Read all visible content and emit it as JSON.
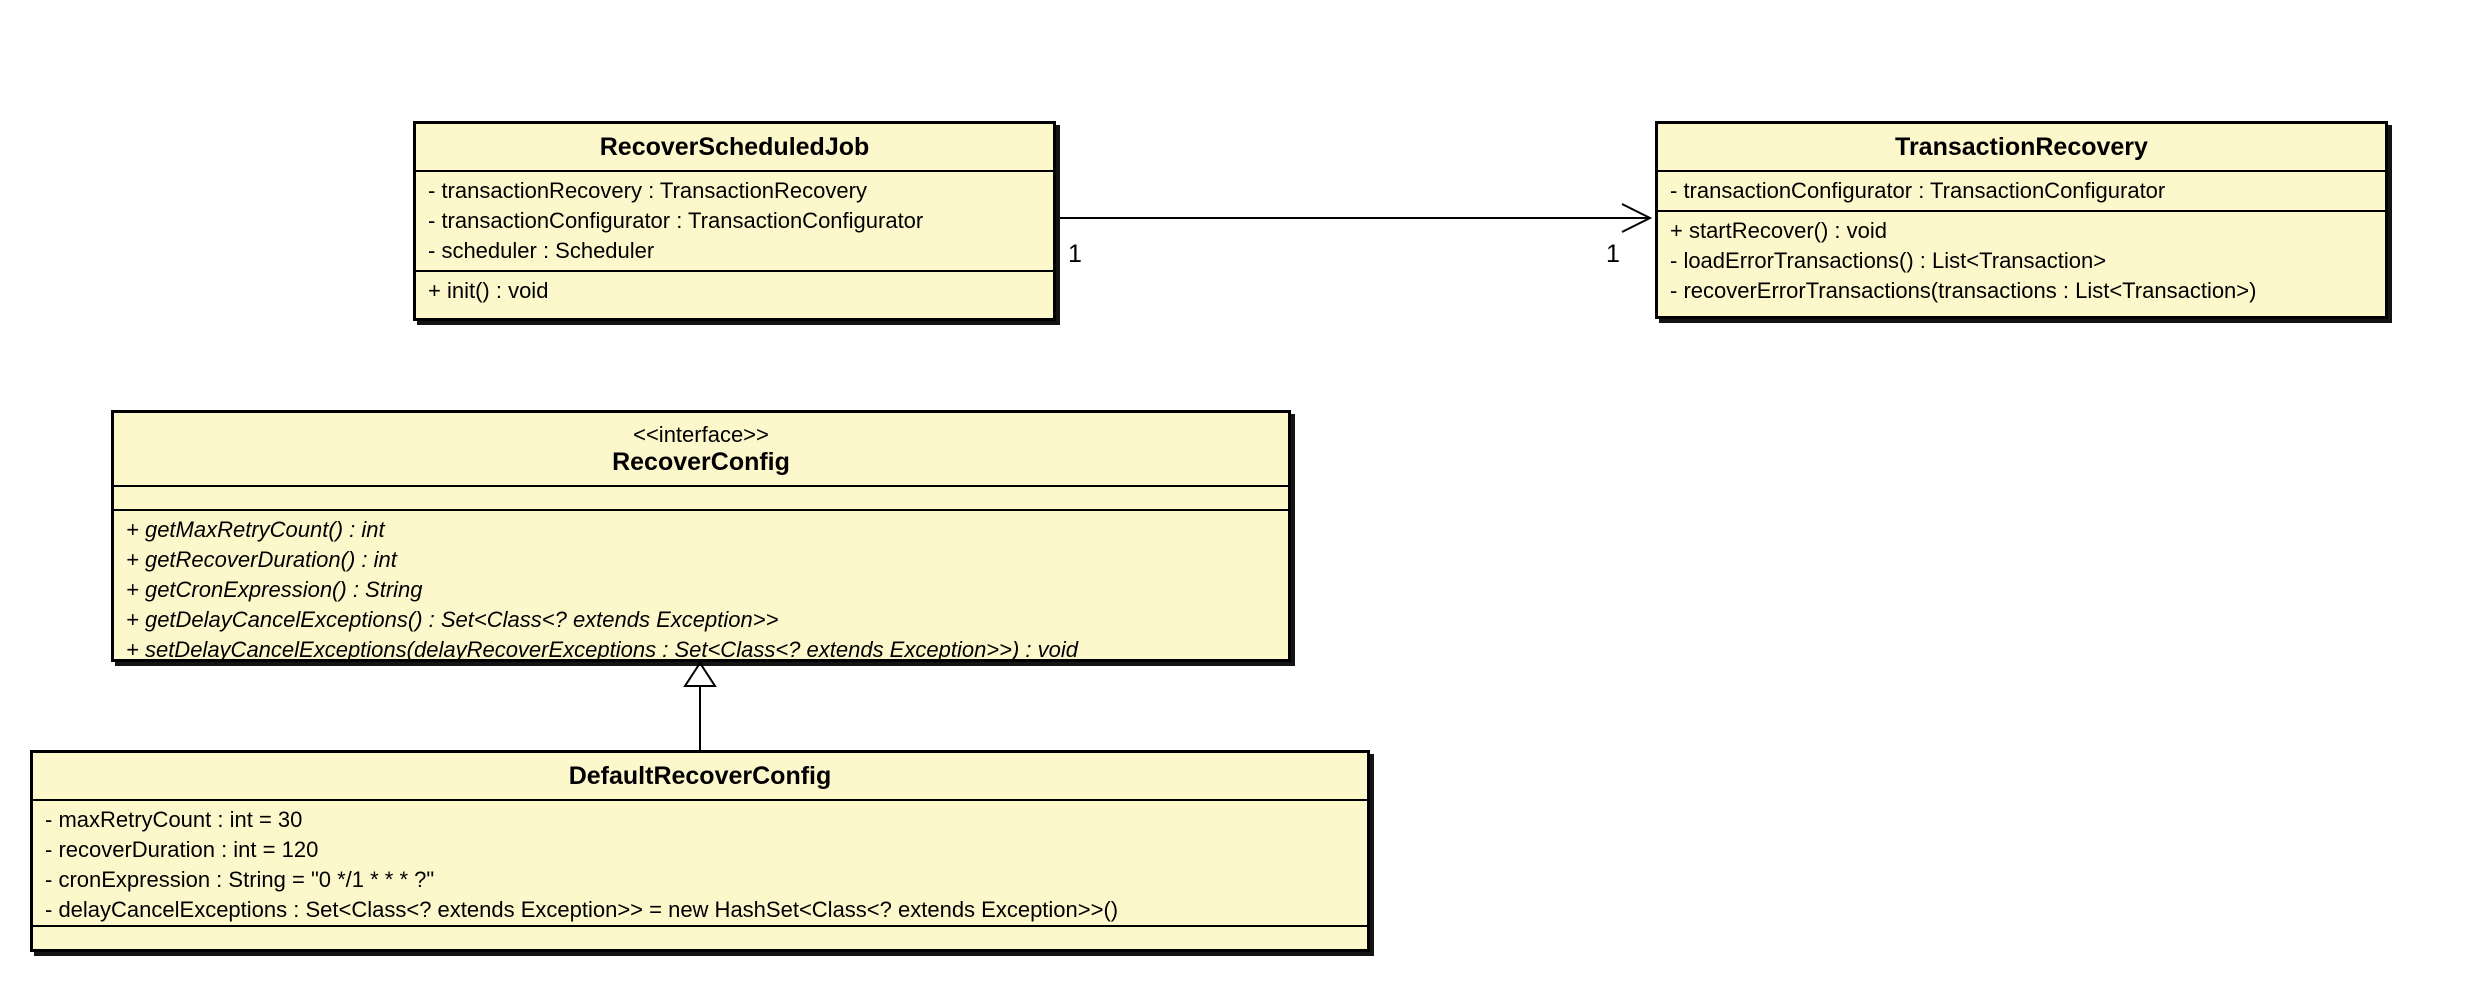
{
  "diagram": {
    "type": "uml-class-diagram",
    "colors": {
      "class_fill": "#fcf8cc",
      "border": "#000000",
      "background": "#ffffff"
    },
    "classes": [
      {
        "name": "RecoverScheduledJob",
        "stereotype": "",
        "attributes": [
          "- transactionRecovery : TransactionRecovery",
          "- transactionConfigurator : TransactionConfigurator",
          "- scheduler : Scheduler"
        ],
        "methods": [
          "+ init() : void"
        ]
      },
      {
        "name": "TransactionRecovery",
        "stereotype": "",
        "attributes": [
          "- transactionConfigurator : TransactionConfigurator"
        ],
        "methods": [
          "+ startRecover() : void",
          "- loadErrorTransactions() : List<Transaction>",
          "- recoverErrorTransactions(transactions : List<Transaction>)"
        ]
      },
      {
        "name": "RecoverConfig",
        "stereotype": "<<interface>>",
        "attributes": [],
        "methods": [
          "+ getMaxRetryCount() : int",
          "+ getRecoverDuration() : int",
          "+ getCronExpression() : String",
          "+ getDelayCancelExceptions() : Set<Class<? extends Exception>>",
          "+ setDelayCancelExceptions(delayRecoverExceptions : Set<Class<? extends Exception>>) : void"
        ]
      },
      {
        "name": "DefaultRecoverConfig",
        "stereotype": "",
        "attributes": [
          "- maxRetryCount : int = 30",
          "- recoverDuration : int = 120",
          "- cronExpression : String = \"0 */1 * * * ?\"",
          "- delayCancelExceptions : Set<Class<? extends Exception>> = new HashSet<Class<? extends Exception>>()"
        ],
        "methods": []
      }
    ],
    "relations": [
      {
        "type": "association",
        "from": "RecoverScheduledJob",
        "to": "TransactionRecovery",
        "source_multiplicity": "1",
        "target_multiplicity": "1"
      },
      {
        "type": "realization",
        "from": "DefaultRecoverConfig",
        "to": "RecoverConfig"
      }
    ]
  }
}
